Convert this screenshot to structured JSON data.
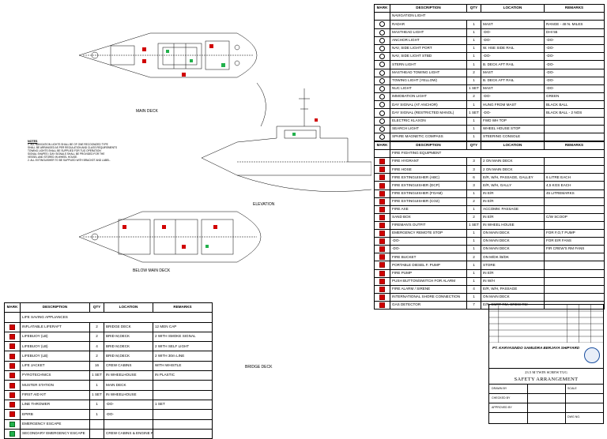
{
  "drawing": {
    "views": {
      "main_deck": "MAIN DECK",
      "elevation": "ELEVATION",
      "below_main_deck": "BELOW MAIN DECK",
      "bridge_deck": "BRIDGE DECK"
    },
    "notes_title": "NOTES",
    "notes": [
      "1. ALL NAVIGATION LIGHTS SHALL BE OF ONE RECOGNIZED TYPE",
      "   SHALL BE ARRANGED AS PER REGULATION AND CLASS REQUIREMENTS",
      "   TOWING LIGHTS SHALL BE SUPPLIED FOR TUG OPERATION",
      "   SIGNAL SHAPES / DAY SIGNALS SHALL BE PROVIDED FOR THE",
      "   VESSEL AND STORED IN WHEEL HOUSE.",
      "2. ALL EXTINGUISHER TO BE SUPPLIED WITH BRACKET AND LABEL."
    ]
  },
  "nav_table": {
    "headers": [
      "MARK",
      "DESCRIPTION",
      "QTY",
      "LOCATION",
      "REMARKS"
    ],
    "section": "NAVIGATION LIGHT",
    "rows": [
      {
        "desc": "RADAR",
        "qty": "1",
        "loc": "MAST",
        "rem": "RANGE - 48 N. MILES"
      },
      {
        "desc": "MASTHEAD LIGHT",
        "qty": "1",
        "loc": "-DO-",
        "rem": "DHI 55"
      },
      {
        "desc": "ANCHOR LIGHT",
        "qty": "1",
        "loc": "-DO-",
        "rem": "-DO-"
      },
      {
        "desc": "NAV, SIDE LIGHT PORT",
        "qty": "1",
        "loc": "W. HSE SIDE RAIL",
        "rem": "-DO-"
      },
      {
        "desc": "NAV, SIDE LIGHT STBD",
        "qty": "1",
        "loc": "-DO-",
        "rem": "-DO-"
      },
      {
        "desc": "STERN LIGHT",
        "qty": "1",
        "loc": "B. DECK AFT RAIL",
        "rem": "-DO-"
      },
      {
        "desc": "MASTHEAD TOWING LIGHT",
        "qty": "2",
        "loc": "MAST",
        "rem": "-DO-"
      },
      {
        "desc": "TOWING LIGHT (YELLOW)",
        "qty": "1",
        "loc": "B. DECK AFT RAIL",
        "rem": "-DO-"
      },
      {
        "desc": "NUC LIGHT",
        "qty": "1 SET",
        "loc": "MAST",
        "rem": "-DO-"
      },
      {
        "desc": "IMMOBATION LIGHT",
        "qty": "2",
        "loc": "-DO-",
        "rem": "GREEN"
      },
      {
        "desc": "DAY SIGNAL (AT ANCHOR)",
        "qty": "1",
        "loc": "HUNG FROM MAST",
        "rem": "BLACK BALL"
      },
      {
        "desc": "DAY SIGNAL (RESTRICTED MANOL)",
        "qty": "1 SET",
        "loc": "-DO-",
        "rem": "BLACK BALL - 2 NOS"
      },
      {
        "desc": "ELECTRIC KLAXON",
        "qty": "1",
        "loc": "FWD WH TOP",
        "rem": ""
      },
      {
        "desc": "SEARCH LIGHT",
        "qty": "1",
        "loc": "WHEEL HOUSE STOP",
        "rem": ""
      },
      {
        "desc": "SPARE MAGNETIC COMPASS",
        "qty": "1",
        "loc": "STEERING CONSOLE",
        "rem": ""
      }
    ]
  },
  "fire_table": {
    "headers": [
      "MARK",
      "DESCRIPTION",
      "QTY",
      "LOCATION",
      "REMARKS"
    ],
    "section": "FIRE FIGHTING EQUIPMENT",
    "rows": [
      {
        "desc": "FIRE HYDRANT",
        "qty": "3",
        "loc": "2 ON MAIN DECK",
        "rem": ""
      },
      {
        "desc": "FIRE HOSE",
        "qty": "3",
        "loc": "2 ON MAIN DECK",
        "rem": ""
      },
      {
        "desc": "FIRE EXTINGUISHER (ABC)",
        "qty": "6",
        "loc": "E/R, W/H, PASSAGE, GALLEY",
        "rem": "6 LITRE EACH"
      },
      {
        "desc": "FIRE EXTINGUISHER (DCP)",
        "qty": "3",
        "loc": "E/R, W/H, GALLY",
        "rem": "4,5 KGS EACH"
      },
      {
        "desc": "FIRE EXTINGUISHER (FOAM)",
        "qty": "1",
        "loc": "IN E/R",
        "rem": "45 LITREMARKS"
      },
      {
        "desc": "FIRE EXTINGUISHER (CO2)",
        "qty": "2",
        "loc": "IN E/R",
        "rem": ""
      },
      {
        "desc": "FIRE AXE",
        "qty": "1",
        "loc": "ACCOMM. PASSAGE",
        "rem": ""
      },
      {
        "desc": "SAND BOX",
        "qty": "2",
        "loc": "IN E/R",
        "rem": "C/W SCOOP"
      },
      {
        "desc": "FIREMAN'S OUTFIT",
        "qty": "1 SET",
        "loc": "IN WHEEL HOUSE",
        "rem": ""
      },
      {
        "desc": "EMERGENCY REMOTE STOP",
        "qty": "1",
        "loc": "ON MAIN DECK",
        "rem": "FOR F,O,T PUMP"
      },
      {
        "desc": "-DO-",
        "qty": "1",
        "loc": "ON MAIN DECK",
        "rem": "FOR E/R FANS"
      },
      {
        "desc": "-DO-",
        "qty": "1",
        "loc": "ON MAIN DECK",
        "rem": "FIR CREW'S RM FANS"
      },
      {
        "desc": "FIRE BUCKET",
        "qty": "2",
        "loc": "ON M/DK /B/DK",
        "rem": ""
      },
      {
        "desc": "PORTABLE DIESEL F. PUMP",
        "qty": "1",
        "loc": "STORE",
        "rem": ""
      },
      {
        "desc": "FIRE PUMP",
        "qty": "1",
        "loc": "IN E/R",
        "rem": ""
      },
      {
        "desc": "PUSH BUTTON/SWITCH FOR ALARM",
        "qty": "1",
        "loc": "IN W/H",
        "rem": ""
      },
      {
        "desc": "FIRE ALARM / SIRENE",
        "qty": "4",
        "loc": "E/R, W/H, PASSAGE",
        "rem": ""
      },
      {
        "desc": "INTERNATIONAL SHORE CONNECTION",
        "qty": "1",
        "loc": "ON MAIN DECK",
        "rem": ""
      },
      {
        "desc": "GAS DETECTOR",
        "qty": "7",
        "loc": "E/R, CMPT RM, CREW RM",
        "rem": ""
      }
    ]
  },
  "life_table": {
    "headers": [
      "MARK",
      "DESCRIPTION",
      "QTY",
      "LOCATION",
      "REMARKS"
    ],
    "section": "LIFE SAVING APPLIANCES",
    "rows": [
      {
        "desc": "INFLATABLE LIFERAFT",
        "qty": "2",
        "loc": "BRIDGE DECK",
        "rem": "12 MEN CAP"
      },
      {
        "desc": "LIFEBUOY (LB)",
        "qty": "2",
        "loc": "BRID M,DECK",
        "rem": "2 WITH SMOKE SIGNAL"
      },
      {
        "desc": "LIFEBUOY (LB)",
        "qty": "4",
        "loc": "BRID M,DECK",
        "rem": "2 WITH SELF LIGHT"
      },
      {
        "desc": "LIFEBUOY (LB)",
        "qty": "2",
        "loc": "BRID M,DECK",
        "rem": "2 WITH 30m LINE"
      },
      {
        "desc": "LIFE JACKET",
        "qty": "16",
        "loc": "CREW CABINS",
        "rem": "WITH WHISTLE"
      },
      {
        "desc": "PYROTECHNICS",
        "qty": "1 SET",
        "loc": "IN WHEELHOUSE",
        "rem": "IN PLASTIC"
      },
      {
        "desc": "MUSTER STATION",
        "qty": "1",
        "loc": "MAIN DECK",
        "rem": ""
      },
      {
        "desc": "FIRST AID KIT",
        "qty": "1 SET",
        "loc": "IN WHEELHOUSE",
        "rem": ""
      },
      {
        "desc": "LINE THROWER",
        "qty": "1",
        "loc": "-DO-",
        "rem": "1 SET"
      },
      {
        "desc": "EPIRB",
        "qty": "1",
        "loc": "-DO-",
        "rem": ""
      },
      {
        "desc": "EMERGENCY ESCAPE",
        "qty": "",
        "loc": "",
        "rem": ""
      },
      {
        "desc": "SECONDARY EMERGENCY ESCAPE",
        "qty": "",
        "loc": "CREW CABINS & ENGINE ROOM",
        "rem": ""
      }
    ]
  },
  "title_block": {
    "company": "PT. KARYASINDO SAMUDRA BERJAYA SHIPYARD",
    "vessel": "23.5 M TWIN SCREW TUG",
    "title": "SAFETY ARRANGEMENT",
    "drawn_label": "DRAWN BY",
    "checked_label": "CHECKED BY",
    "approved_label": "APPROVED BY",
    "scale_label": "SCALE",
    "dwg_label": "DWG NO."
  },
  "colors": {
    "red": "#d10000",
    "green": "#22b14c",
    "line": "#000000"
  }
}
